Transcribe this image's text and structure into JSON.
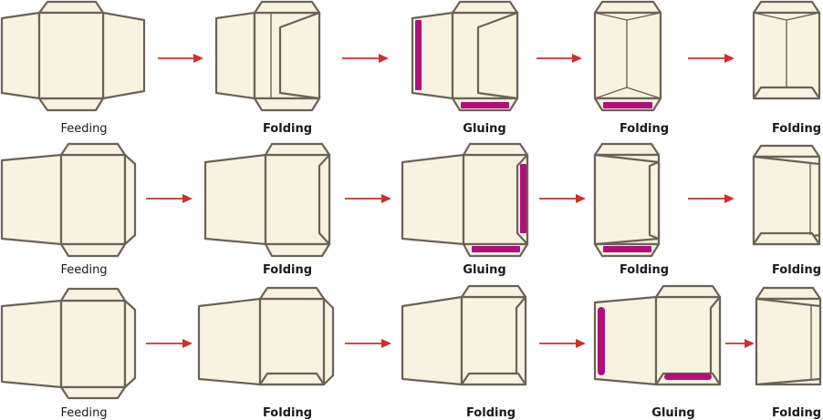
{
  "rows": [
    {
      "labels": [
        "Feeding",
        "Folding",
        "Gluing",
        "Folding",
        "Folding"
      ]
    },
    {
      "labels": [
        "Feeding",
        "Folding",
        "Gluing",
        "Folding",
        "Folding"
      ]
    },
    {
      "labels": [
        "Feeding",
        "Folding",
        "Folding",
        "Gluing",
        "Folding"
      ]
    }
  ],
  "colors": {
    "paper": "#f8f3e1",
    "outline": "#6b6257",
    "glue": "#b0107a",
    "arrow": "#cc3030"
  }
}
